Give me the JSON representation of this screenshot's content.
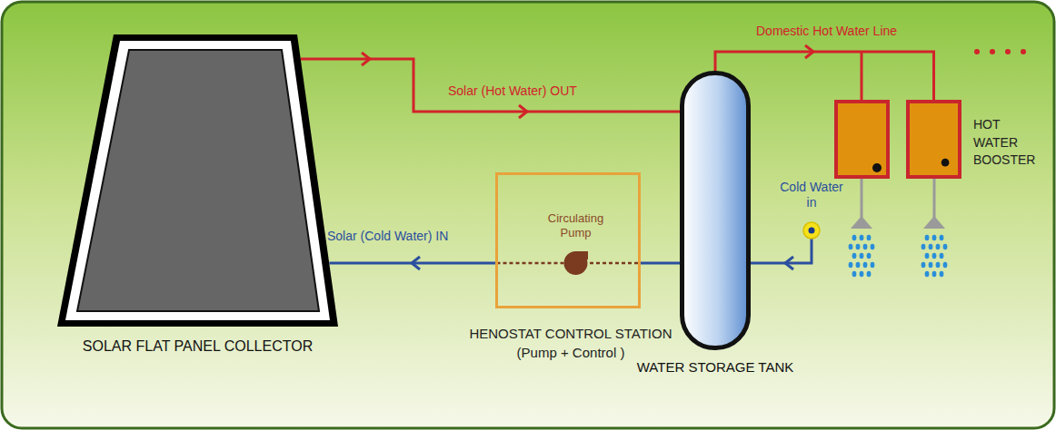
{
  "diagram": {
    "nodes": [
      {
        "text": [
          "SOLAR FLAT PANEL COLLECTOR"
        ]
      },
      {
        "text": [
          "HENOSTAT CONTROL STATION (Pump + Control )"
        ]
      },
      {
        "text": [
          "Circulating Pump"
        ],
        "in": 1
      },
      {
        "text": [
          "WATER STORAGE TANK"
        ]
      },
      {
        "text": [
          "Cold Water in"
        ]
      },
      {
        "text": [
          "HOT WATER BOOSTER"
        ]
      }
    ],
    "edges": [
      {
        "from": 0,
        "to": 3,
        "label": "Solar (Hot Water) OUT",
        "arrow": "to"
      },
      {
        "from": 3,
        "to": 5,
        "label": "Domestic Hot Water Line",
        "arrow": "to"
      },
      {
        "from": 4,
        "to": 3,
        "arrow": "to"
      },
      {
        "from": 3,
        "to": 2,
        "arrow": "none"
      },
      {
        "from": 2,
        "to": 0,
        "label": "Solar (Cold Water) IN",
        "arrow": "to"
      }
    ]
  }
}
